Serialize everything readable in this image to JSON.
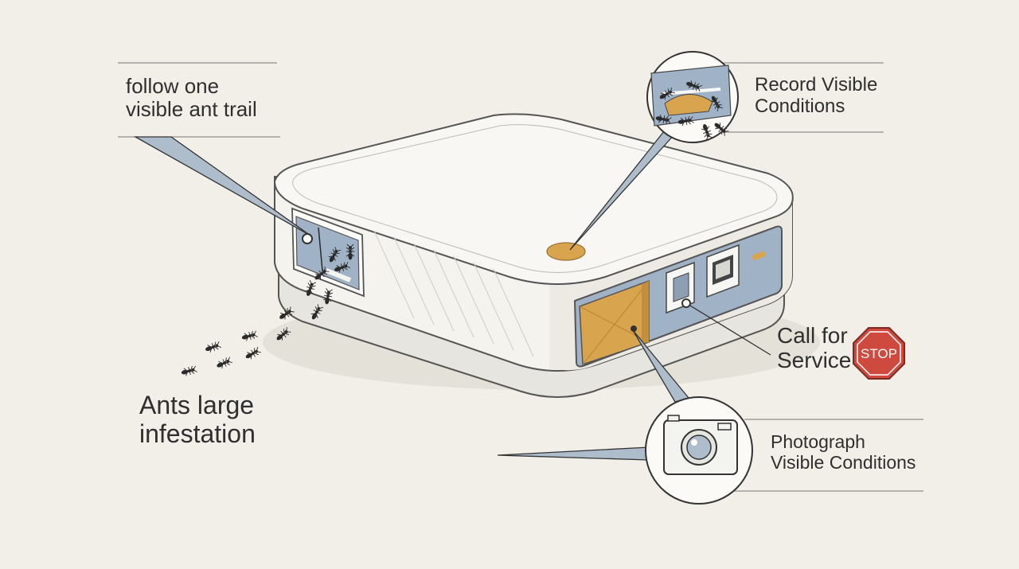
{
  "callouts": {
    "trail": {
      "line1": "follow one",
      "line2": "visible ant trail"
    },
    "record": {
      "line1": "Record Visible",
      "line2": "Conditions"
    },
    "service": {
      "line1": "Call for",
      "line2": "Service"
    },
    "ants": {
      "line1": "Ants large",
      "line2": "infestation"
    },
    "photo": {
      "line1": "Photograph",
      "line2": "Visible Conditions"
    }
  },
  "stop_sign": {
    "text": "STOP"
  },
  "icons": [
    "ant-icon",
    "camera-icon",
    "stop-sign-icon",
    "ethernet-port-icon",
    "status-led-icon"
  ],
  "colors": {
    "background": "#f1efe8",
    "panel_blue": "#9fb2c6",
    "accent_orange": "#d9a44e",
    "stop_red": "#cf4a3e",
    "line": "#3a3a3a"
  }
}
